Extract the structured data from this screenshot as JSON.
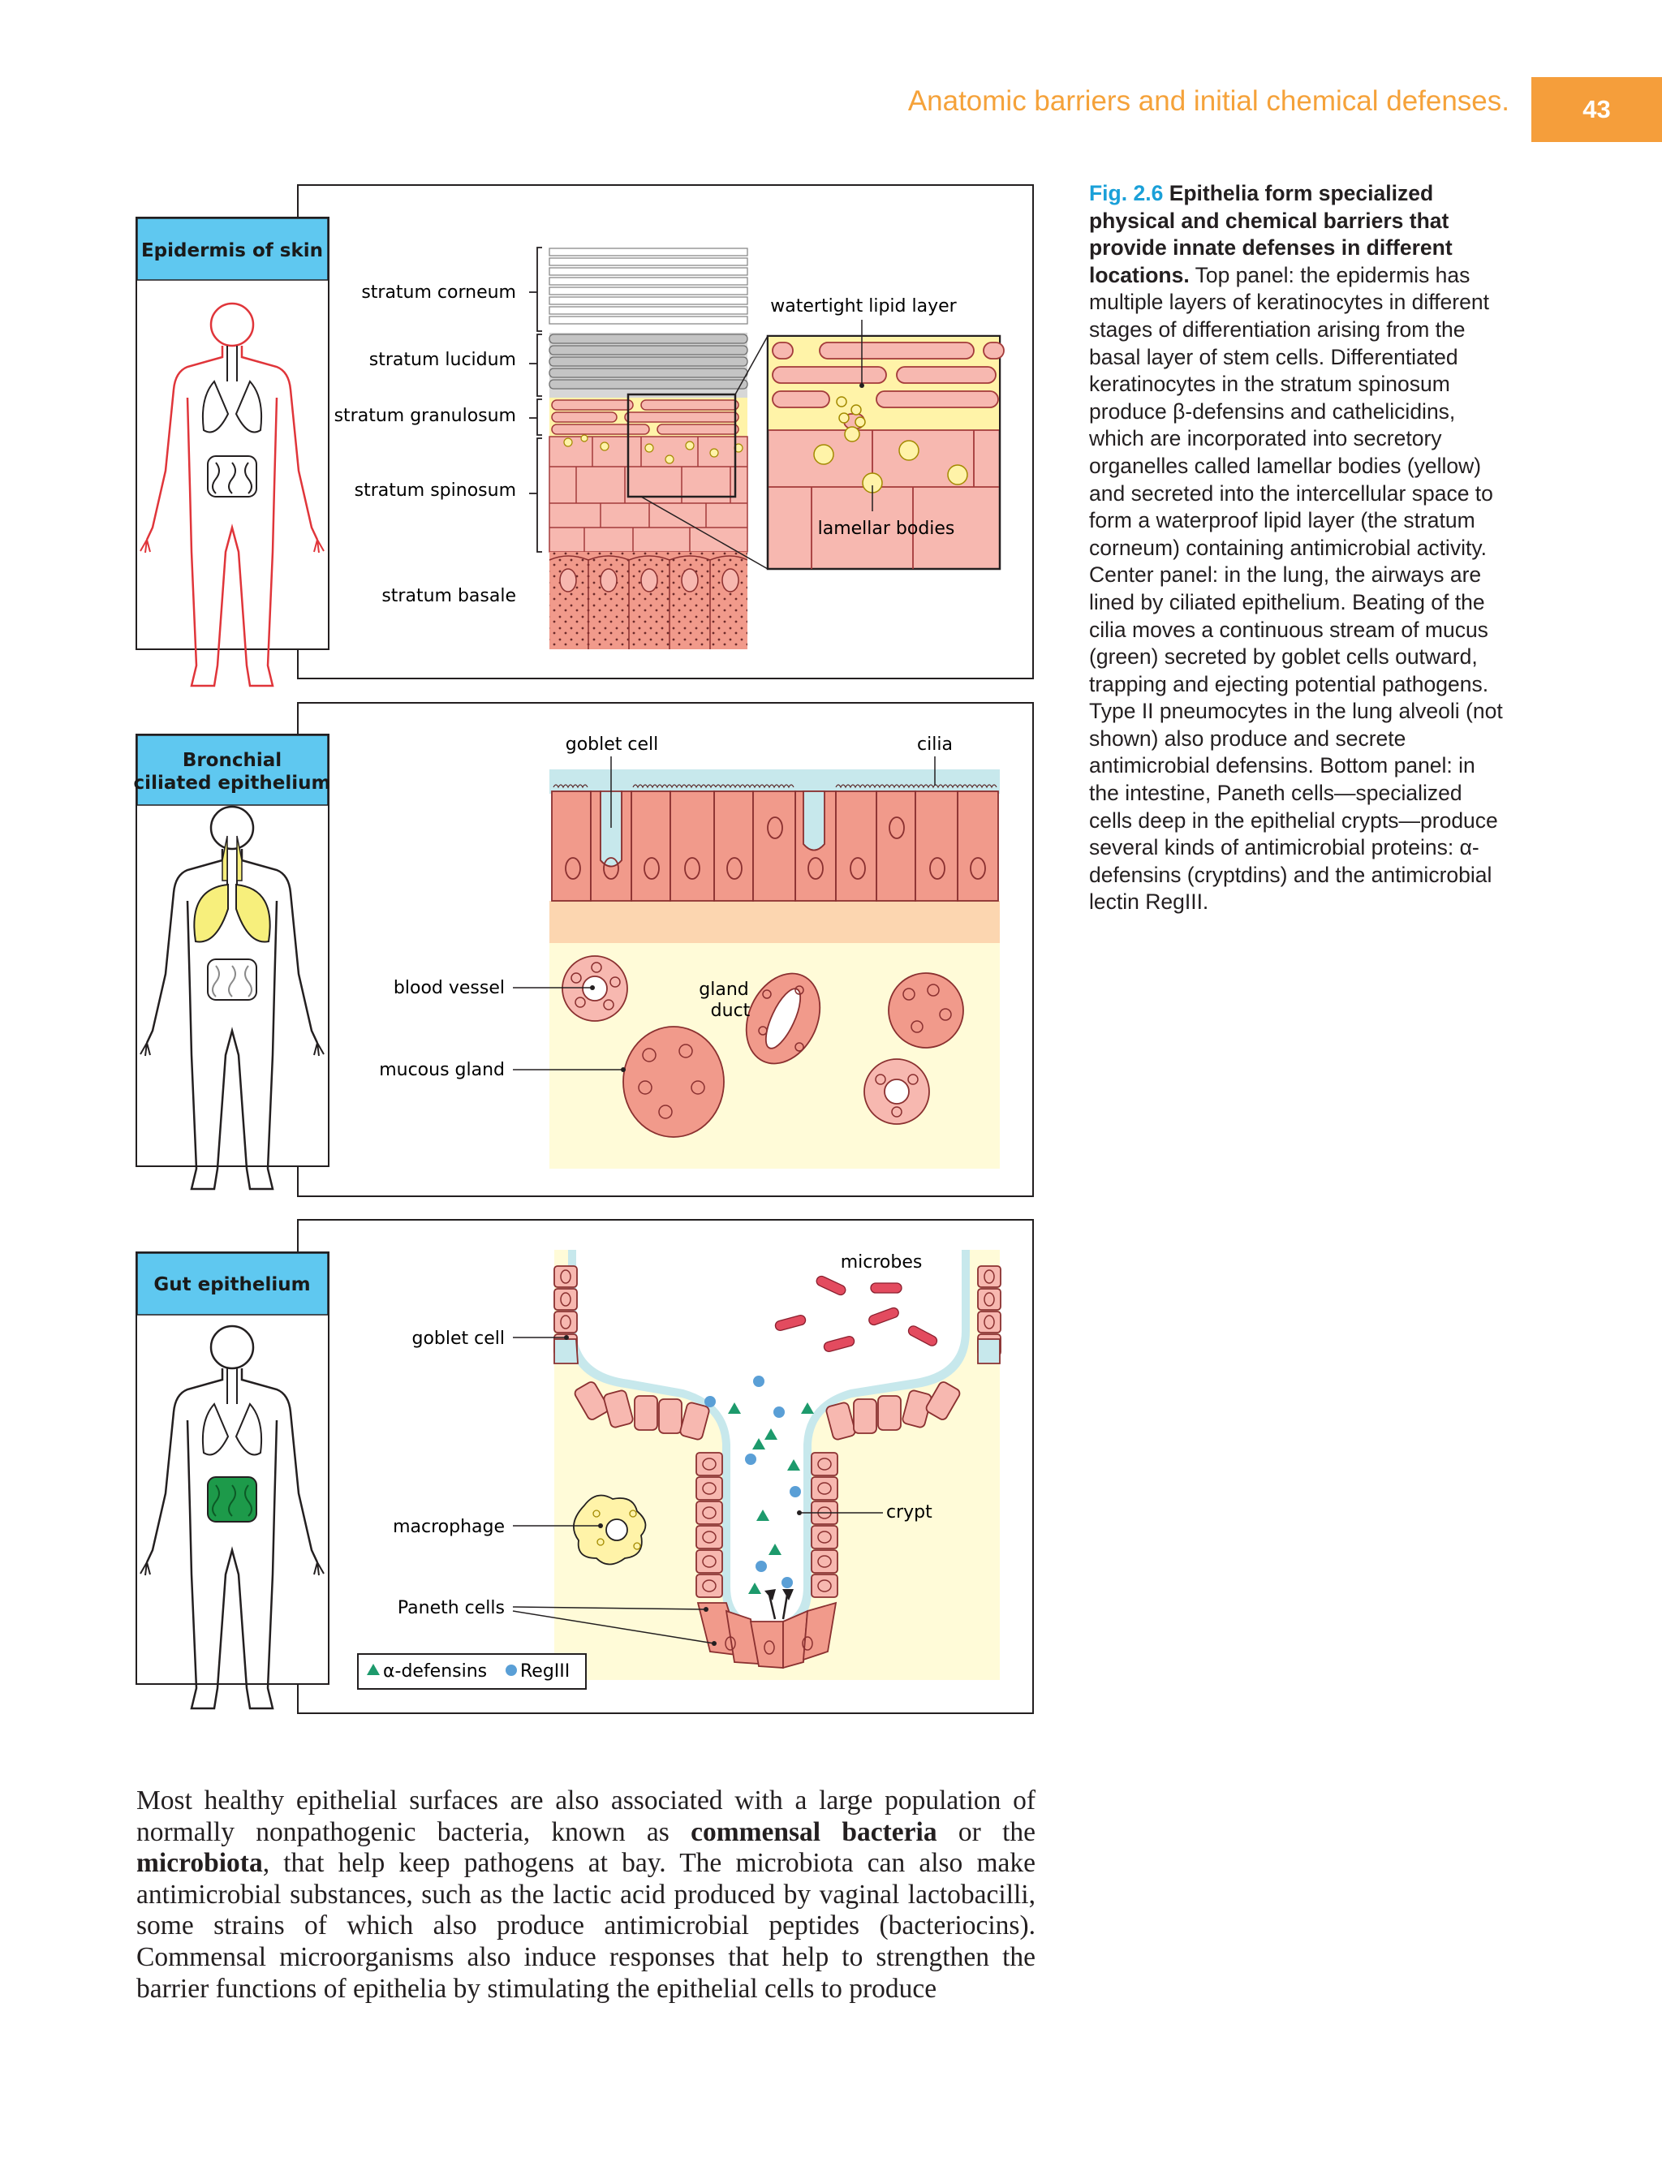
{
  "header": {
    "running_head": "Anatomic barriers and initial chemical defenses.",
    "page_number": "43",
    "accent_color": "#f59e3b"
  },
  "figure": {
    "panels": [
      {
        "tab_label": "Epidermis of skin",
        "labels": {
          "corneum": "stratum corneum",
          "lucidum": "stratum lucidum",
          "granulosum": "stratum granulosum",
          "spinosum": "stratum spinosum",
          "basale": "stratum basale",
          "lipid": "watertight lipid layer",
          "lamellar": "lamellar bodies"
        }
      },
      {
        "tab_label_line1": "Bronchial",
        "tab_label_line2": "ciliated epithelium",
        "labels": {
          "goblet": "goblet cell",
          "cilia": "cilia",
          "vessel": "blood vessel",
          "gland_line1": "gland",
          "gland_line2": "duct",
          "mucous": "mucous gland"
        }
      },
      {
        "tab_label": "Gut epithelium",
        "labels": {
          "microbes": "microbes",
          "goblet": "goblet cell",
          "macrophage": "macrophage",
          "paneth": "Paneth cells",
          "crypt": "crypt"
        },
        "legend": {
          "alpha": "α-defensins",
          "reg": "RegIII"
        }
      }
    ],
    "colors": {
      "tab_blue": "#5fc8f0",
      "cell_pink": "#f19a8b",
      "cell_light_pink": "#f7b8b0",
      "lipid_yellow": "#fff3a8",
      "mucus_blue": "#c7e8ec",
      "tissue_cream": "#fffbd8",
      "lung_yellow": "#f7ef7c",
      "gut_green": "#1d9a4a",
      "microbe_red": "#e34b5f",
      "defensin_green": "#1d9a6c",
      "reg_blue": "#5a9fd6"
    }
  },
  "caption": {
    "fig_label": "Fig. 2.6",
    "fig_title": "Epithelia form specialized physical and chemical barriers that provide innate defenses in different locations.",
    "text": "Top panel: the epidermis has multiple layers of keratinocytes in different stages of differentiation arising from the basal layer of stem cells. Differentiated keratinocytes in the stratum spinosum produce β-defensins and cathelicidins, which are incorporated into secretory organelles called lamellar bodies (yellow) and secreted into the intercellular space to form a waterproof lipid layer (the stratum corneum) containing antimicrobial activity. Center panel: in the lung, the airways are lined by ciliated epithelium. Beating of the cilia moves a continuous stream of mucus (green) secreted by goblet cells outward, trapping and ejecting potential pathogens. Type II pneumocytes in the lung alveoli (not shown) also produce and secrete antimicrobial defensins. Bottom panel: in the intestine, Paneth cells—specialized cells deep in the epithelial crypts—produce several kinds of antimicrobial proteins: α-defensins (cryptdins) and the antimicrobial lectin RegIII."
  },
  "body": {
    "p1": "Most healthy epithelial surfaces are also associated with a large population of normally nonpathogenic bacteria, known as ",
    "term1": "commensal bacteria",
    "p2": " or the ",
    "term2": "microbiota",
    "p3": ", that help keep pathogens at bay. The microbiota can also make antimicrobial substances, such as the lactic acid produced by vaginal lactobacilli, some strains of which also produce antimicrobial peptides (bacteriocins). Commensal microorganisms also induce responses that help to strengthen the barrier functions of epithelia by stimulating the epithelial cells to produce"
  }
}
